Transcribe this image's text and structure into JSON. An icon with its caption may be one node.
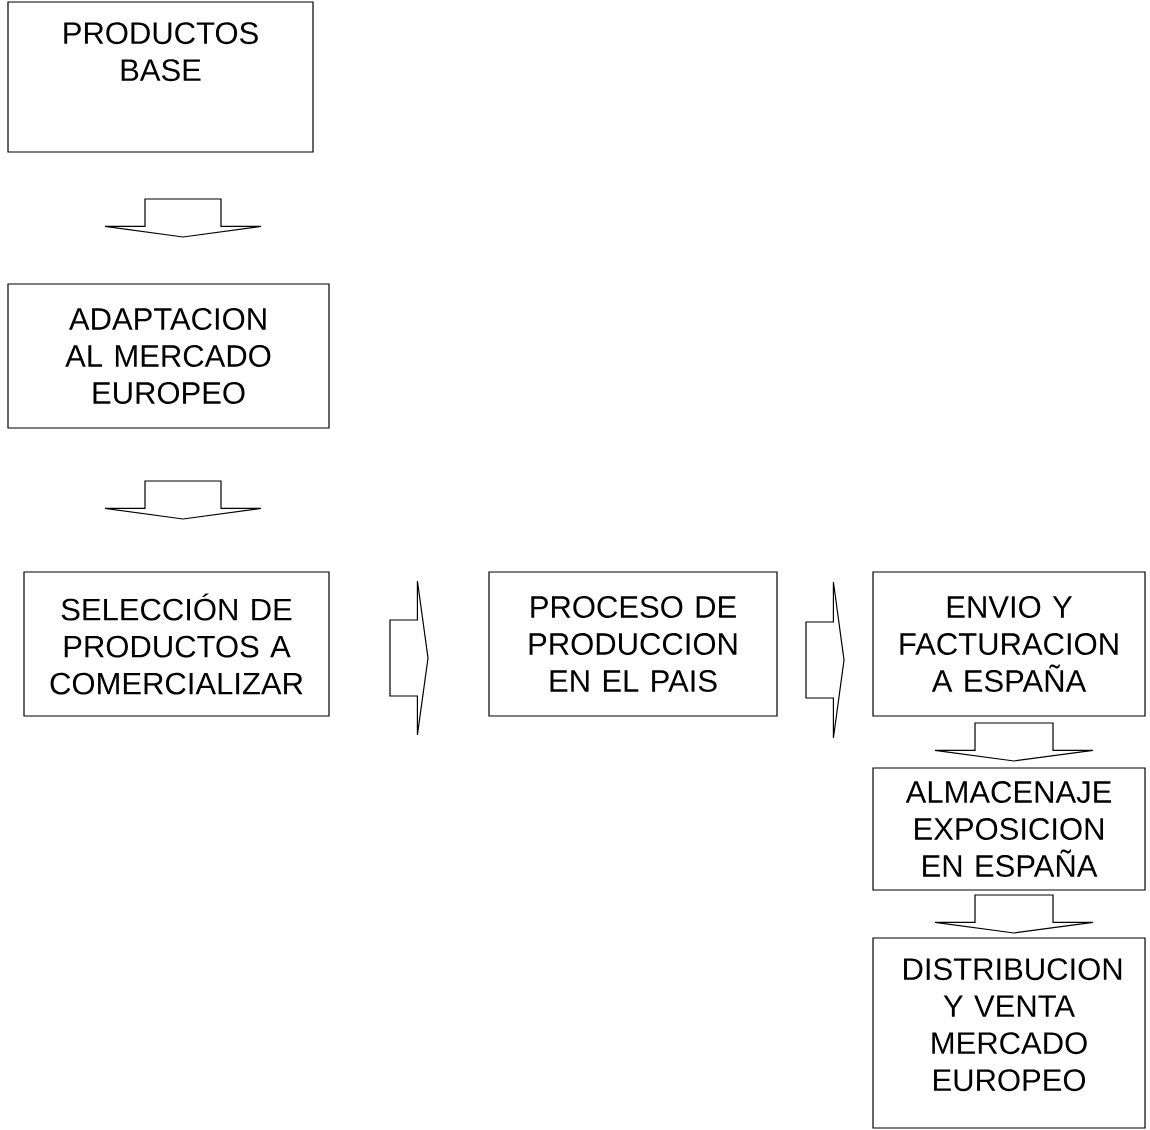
{
  "diagram": {
    "nodes": [
      {
        "text": [
          "PRODUCTOS BASE"
        ]
      },
      {
        "text": [
          "ADAPTACION AL MERCADO EUROPEO"
        ]
      },
      {
        "text": [
          "SELECCIÓN DE PRODUCTOS A COMERCIALIZAR"
        ]
      },
      {
        "text": [
          "PROCESO DE PRODUCCION EN EL PAIS"
        ]
      },
      {
        "text": [
          "ENVIO Y FACTURACION A ESPAÑA"
        ]
      },
      {
        "text": [
          "ALMACENAJE EXPOSICION EN ESPAÑA"
        ]
      },
      {
        "text": [
          "DISTRIBUCION Y VENTA MERCADO EUROPEO"
        ]
      }
    ],
    "edges": [
      {
        "from": 0,
        "to": 1,
        "arrow": "to"
      },
      {
        "from": 1,
        "to": 2,
        "arrow": "to"
      },
      {
        "from": 2,
        "to": 3,
        "arrow": "to"
      },
      {
        "from": 3,
        "to": 4,
        "arrow": "to"
      },
      {
        "from": 4,
        "to": 5,
        "arrow": "to"
      },
      {
        "from": 5,
        "to": 6,
        "arrow": "to"
      }
    ]
  }
}
